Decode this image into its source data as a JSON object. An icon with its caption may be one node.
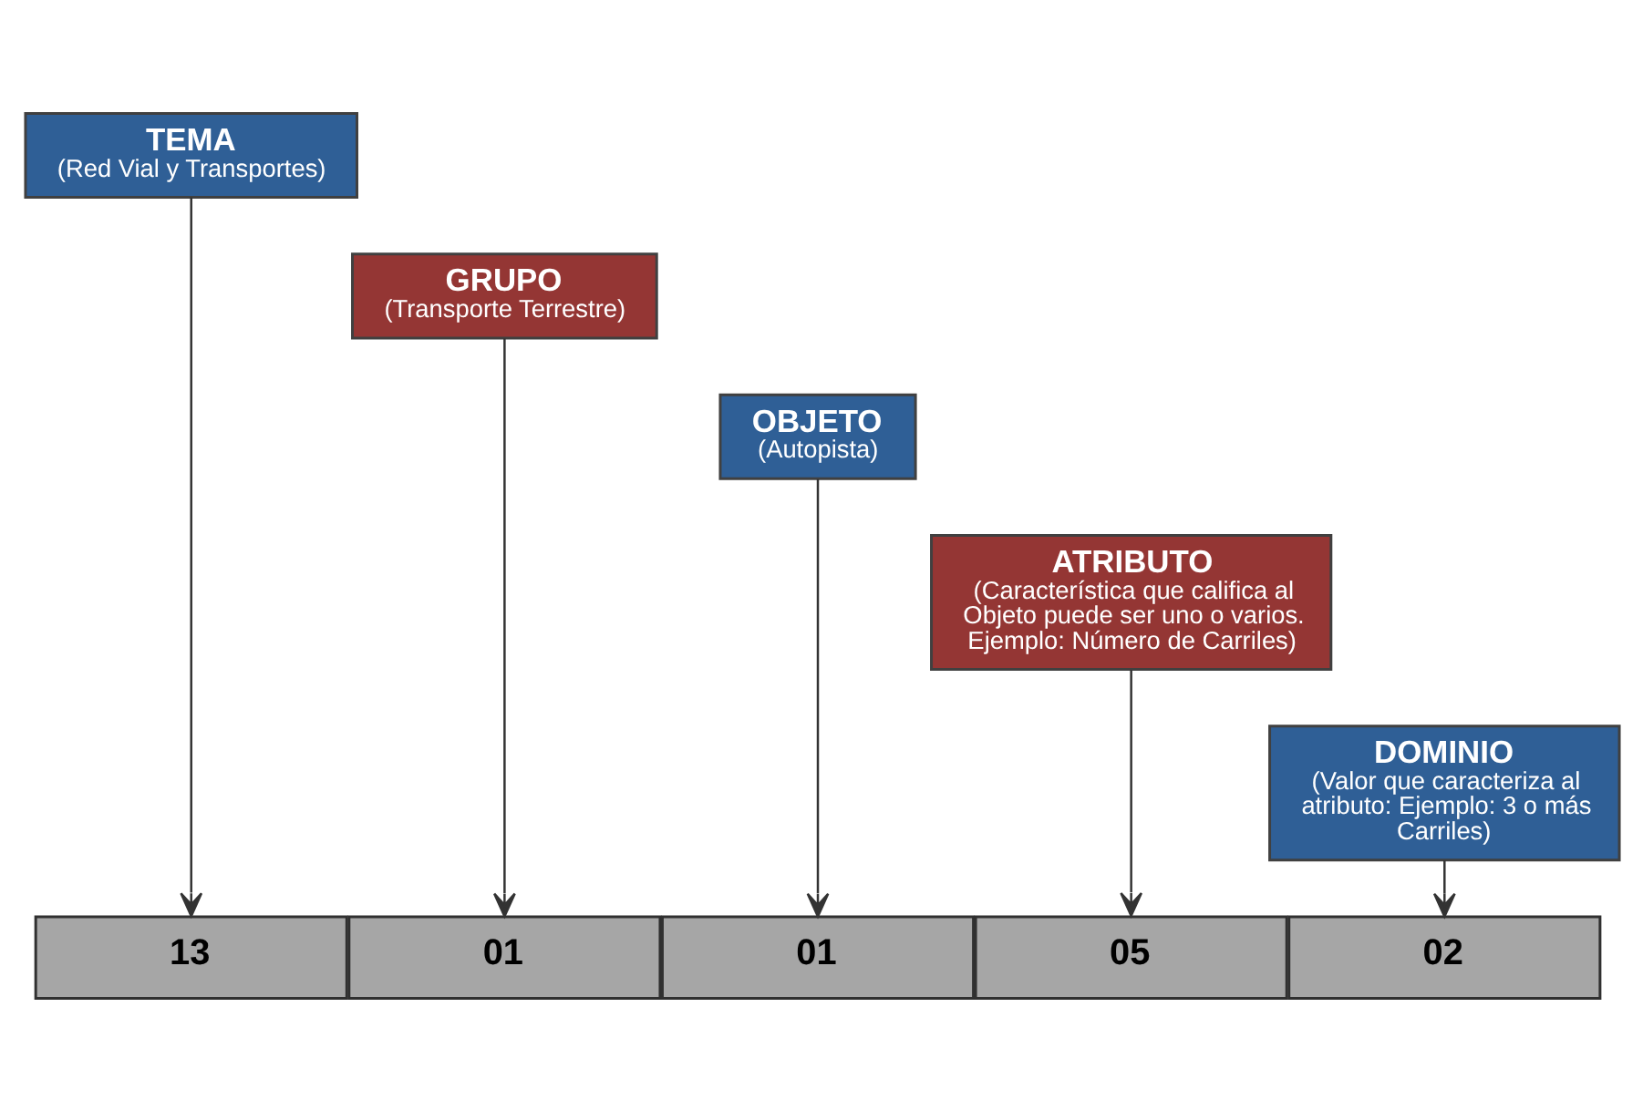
{
  "diagram": {
    "nodes": [
      {
        "text": [
          "TEMA",
          "(Red Vial y Transportes)"
        ]
      },
      {
        "text": [
          "GRUPO",
          "(Transporte Terrestre)"
        ]
      },
      {
        "text": [
          "OBJETO",
          "(Autopista)"
        ]
      },
      {
        "text": [
          "ATRIBUTO",
          "(Característica que califica al Objeto puede ser uno o varios. Ejemplo: Número de Carriles)"
        ]
      },
      {
        "text": [
          "DOMINIO",
          "(Valor que caracteriza al atributo: Ejemplo: 3 o más Carriles)"
        ]
      },
      {
        "text": [
          "13"
        ]
      },
      {
        "text": [
          "01"
        ]
      },
      {
        "text": [
          "01"
        ]
      },
      {
        "text": [
          "05"
        ]
      },
      {
        "text": [
          "02"
        ]
      }
    ],
    "edges": [
      {
        "from": 0,
        "to": 5,
        "arrow": "to"
      },
      {
        "from": 1,
        "to": 6,
        "arrow": "to"
      },
      {
        "from": 2,
        "to": 7,
        "arrow": "to"
      },
      {
        "from": 3,
        "to": 8,
        "arrow": "to"
      },
      {
        "from": 4,
        "to": 9,
        "arrow": "to"
      }
    ]
  }
}
